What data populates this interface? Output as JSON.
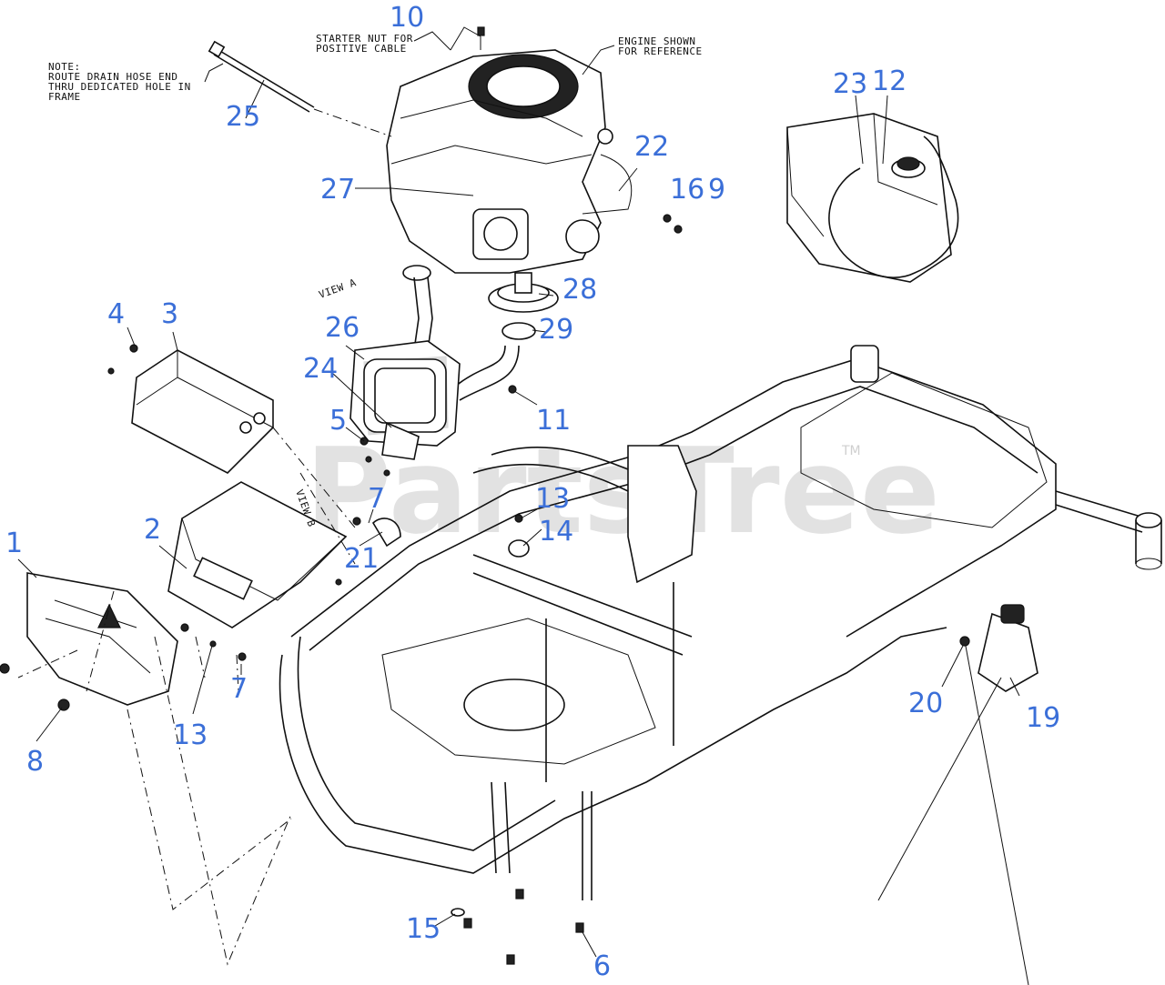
{
  "notes": {
    "starter_line1": "STARTER NUT FOR",
    "starter_line2": "POSITIVE CABLE",
    "engine_line1": "ENGINE SHOWN",
    "engine_line2": "FOR REFERENCE",
    "drain_line1": "NOTE:",
    "drain_line2": "ROUTE DRAIN HOSE END",
    "drain_line3": "THRU DEDICATED HOLE IN",
    "drain_line4": "FRAME",
    "view_a": "VIEW A",
    "view_b": "VIEW B"
  },
  "watermark": {
    "text": "PartsTree",
    "tm": "TM"
  },
  "callouts": {
    "c1": "1",
    "c2": "2",
    "c3": "3",
    "c4": "4",
    "c5": "5",
    "c6": "6",
    "c7a": "7",
    "c7b": "7",
    "c8": "8",
    "c9": "9",
    "c10": "10",
    "c11": "11",
    "c12": "12",
    "c13a": "13",
    "c13b": "13",
    "c14": "14",
    "c15": "15",
    "c16": "16",
    "c19": "19",
    "c20": "20",
    "c21": "21",
    "c22": "22",
    "c23": "23",
    "c24": "24",
    "c25": "25",
    "c26": "26",
    "c27": "27",
    "c28": "28",
    "c29": "29"
  },
  "colors": {
    "callout": "#3b6fd8",
    "line": "#111111",
    "watermark": "#cfcfcf"
  }
}
